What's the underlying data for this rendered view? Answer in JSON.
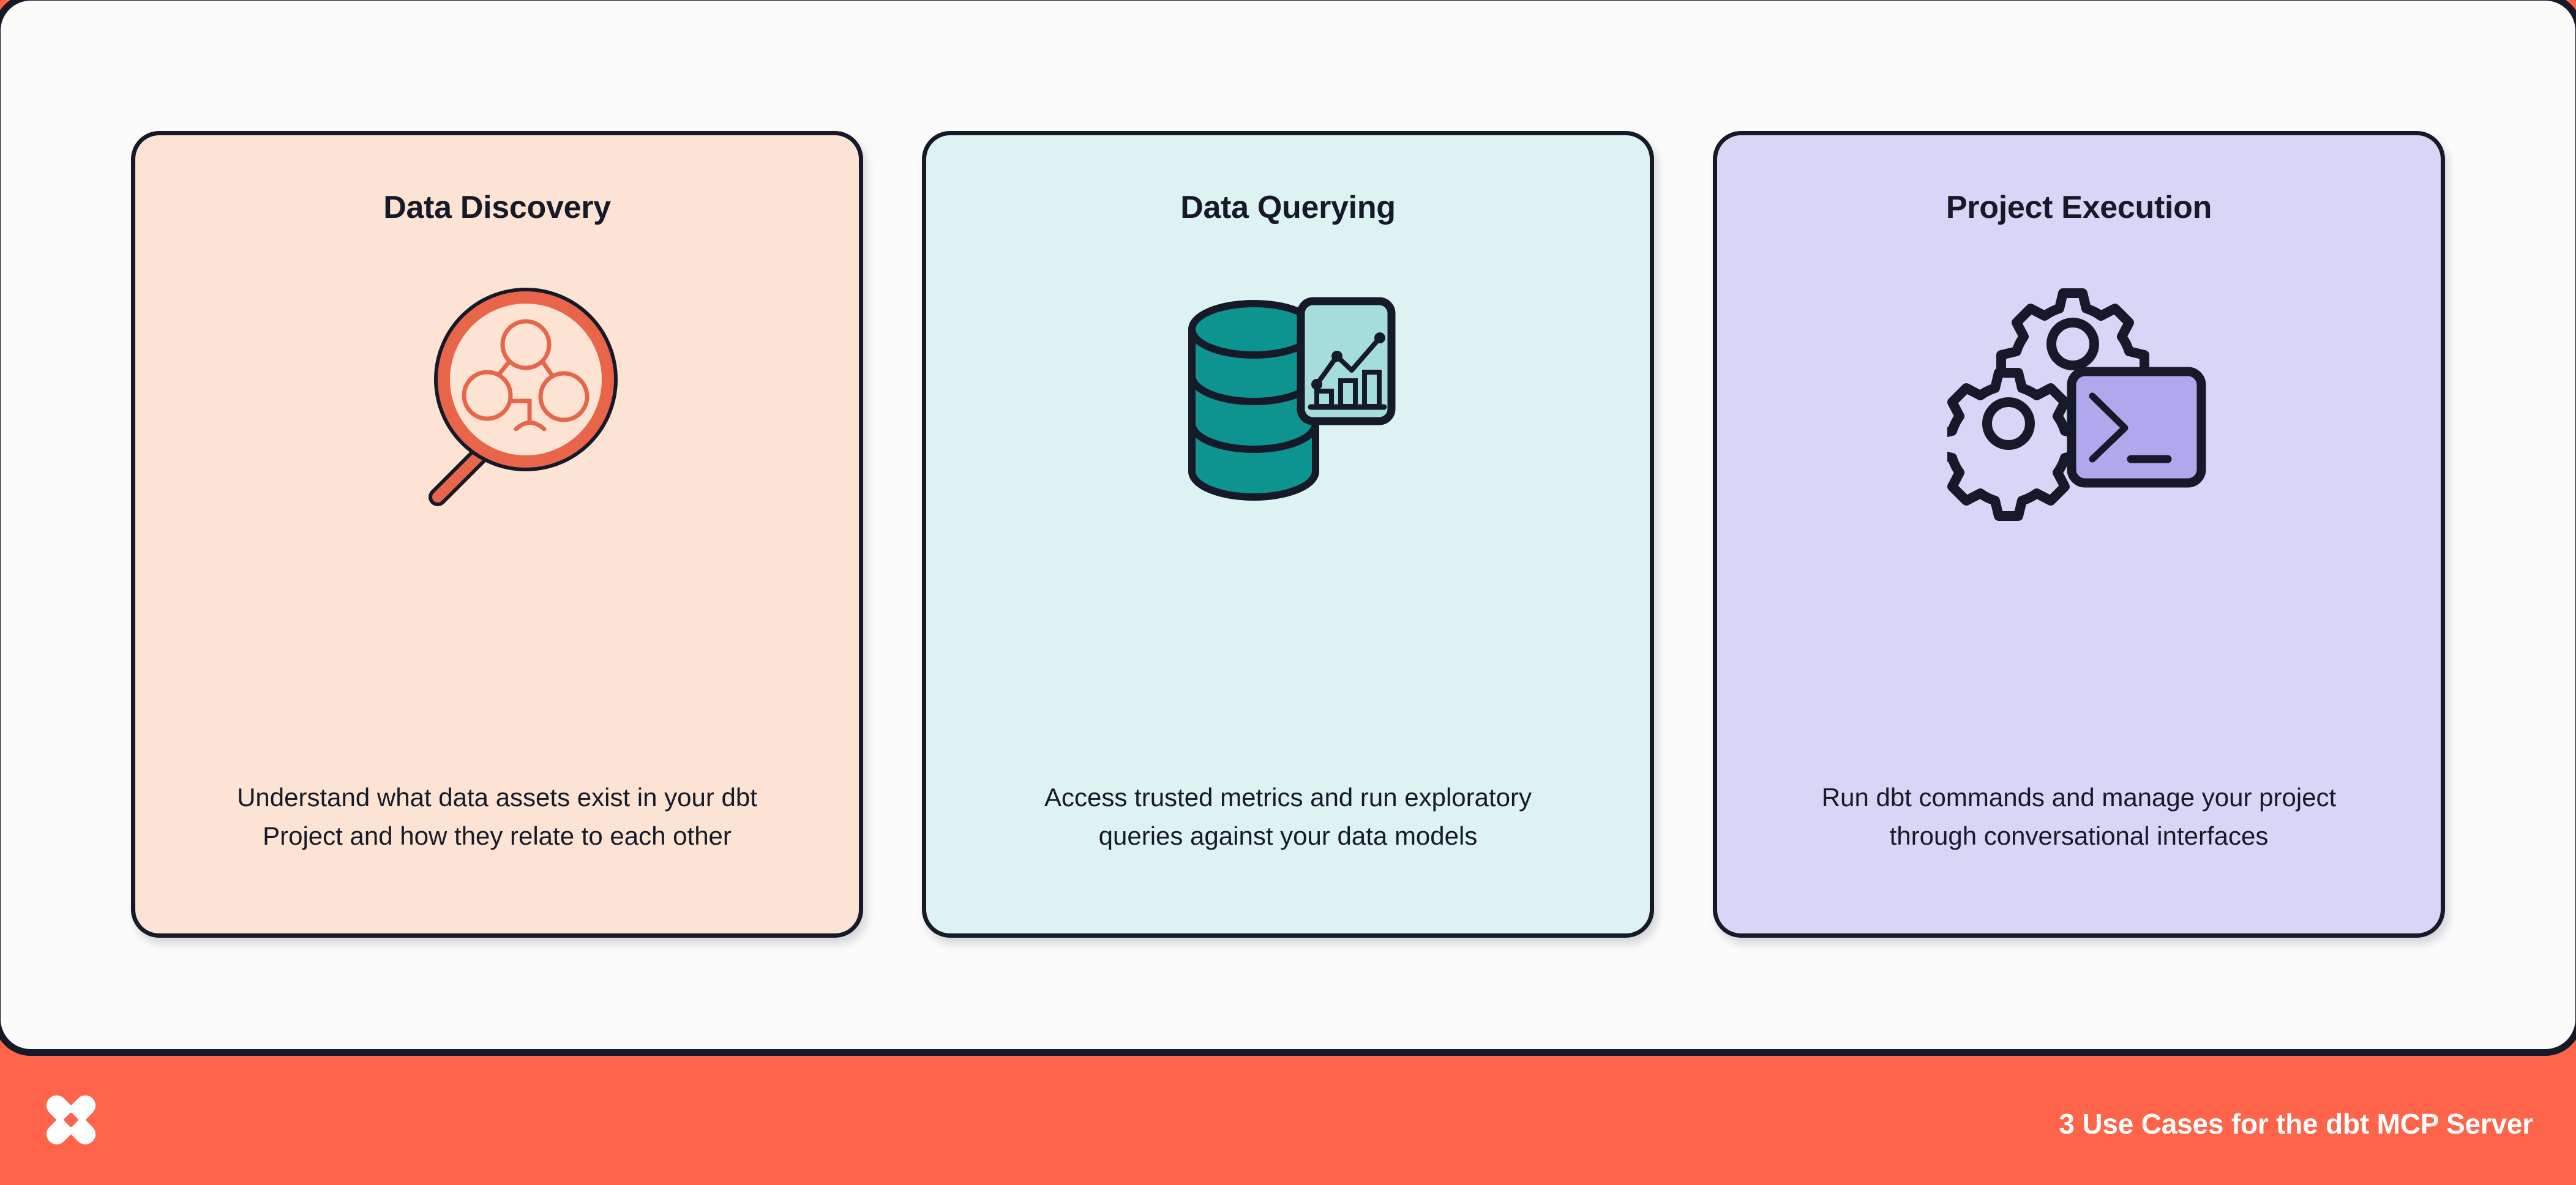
{
  "frame": {
    "background_color": "#FD6449",
    "panel_color": "#FBFBFC",
    "border_color": "#161A28"
  },
  "cards": [
    {
      "id": "data-discovery",
      "title": "Data Discovery",
      "description": "Understand what data assets exist in your dbt Project and how they relate to each other",
      "background_color": "#FCE3D4",
      "icon": "magnifying-glass-lineage-icon",
      "icon_accent_color": "#E8654A"
    },
    {
      "id": "data-querying",
      "title": "Data Querying",
      "description": "Access trusted metrics and run exploratory queries against your data models",
      "background_color": "#DCF3F2",
      "icon": "database-chart-icon",
      "icon_accent_color": "#0D9490",
      "icon_secondary_color": "#A5DDDC"
    },
    {
      "id": "project-execution",
      "title": "Project Execution",
      "description": "Run dbt commands and manage your project through conversational interfaces",
      "background_color": "#D8D6F7",
      "icon": "gears-terminal-icon",
      "icon_accent_color": "#AFA8EC"
    }
  ],
  "footer": {
    "logo": "dbt-logo",
    "caption": "3 Use Cases for the dbt MCP Server",
    "background_color": "#FD6449",
    "text_color": "#FFFFFF"
  }
}
